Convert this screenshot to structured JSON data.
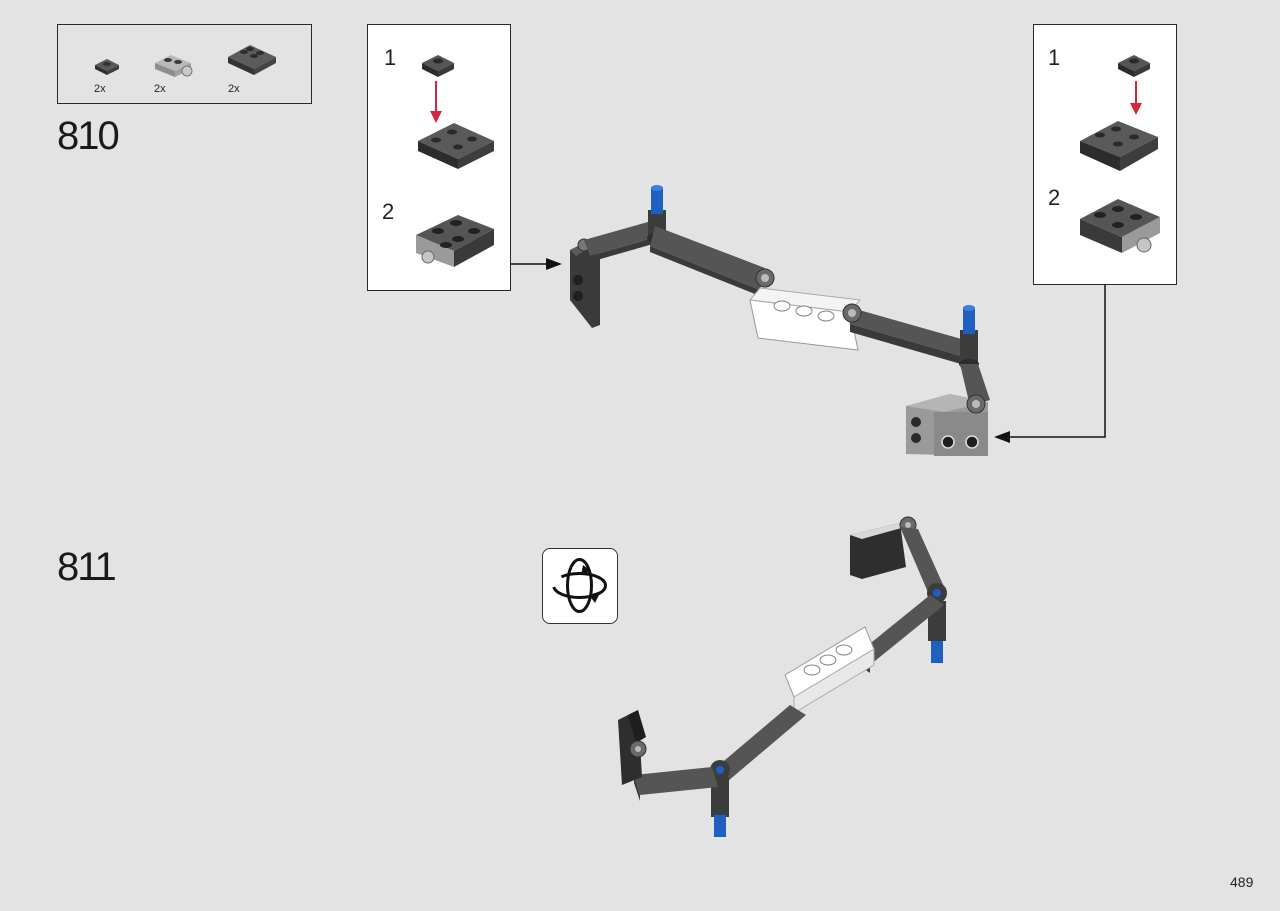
{
  "parts_list": {
    "items": [
      {
        "icon": "plate-1x1-dark-icon",
        "qty": "2x"
      },
      {
        "icon": "bracket-light-gray-icon",
        "qty": "2x"
      },
      {
        "icon": "slope-plate-dark-icon",
        "qty": "2x"
      }
    ]
  },
  "steps": [
    {
      "number": "810"
    },
    {
      "number": "811"
    }
  ],
  "callouts": {
    "left": {
      "sub1": "1",
      "sub2": "2"
    },
    "right": {
      "sub1": "1",
      "sub2": "2"
    }
  },
  "icons": {
    "rotate": "rotate-model-icon"
  },
  "colors": {
    "background": "#e3e3e3",
    "dark_gray_part": "#4a4a4a",
    "white_part": "#ffffff",
    "blue_pin": "#1f5fbf",
    "red_arrow": "#d6263b"
  },
  "page_number": "489"
}
